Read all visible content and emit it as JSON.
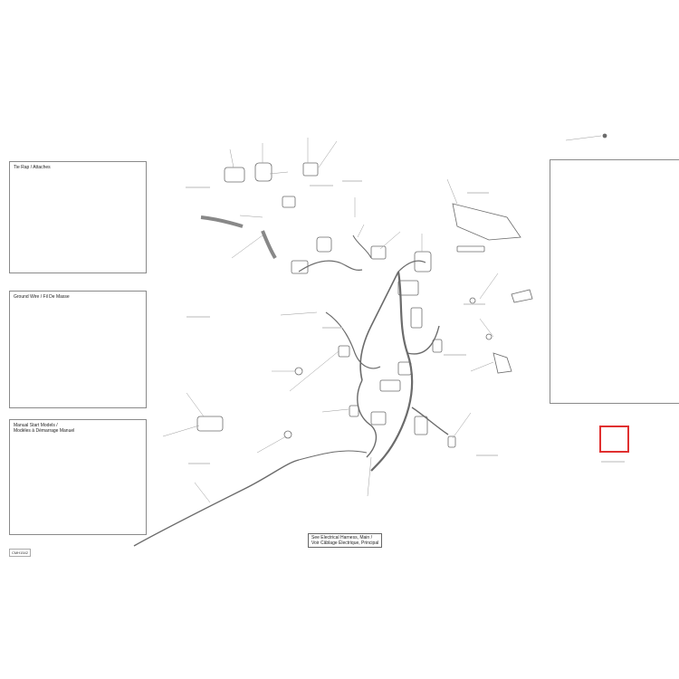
{
  "panels": {
    "tie_rap_title": "Tie Rap / Attaches",
    "ground_wire_title": "Ground Wire / Fil De Masse",
    "manual_start_title": "Manual Start Models /\nModèles à Démarrage Manuel"
  },
  "bottom_note": "See Electrical Harness, Main /\nVoir Câblage Électrique, Principal",
  "part_code": "CMH1542",
  "colors": {
    "line": "#6b6b6b",
    "panel_border": "#8a8a8a",
    "highlight": "#e03030"
  }
}
